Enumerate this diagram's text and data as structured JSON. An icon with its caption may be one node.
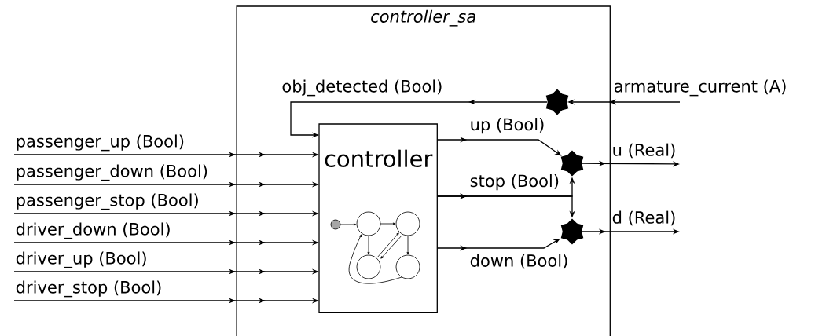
{
  "diagram": {
    "nodes": [
      {
        "text": [
          "controller_sa"
        ]
      },
      {
        "text": [
          "controller"
        ],
        "in": 0
      },
      {
        "text": [],
        "shape": "star",
        "in": 0
      },
      {
        "text": [],
        "shape": "star",
        "in": 0
      },
      {
        "text": [],
        "shape": "star",
        "in": 0
      }
    ],
    "edges": [
      {
        "from": null,
        "to": 1,
        "arrow": "to",
        "label": "passenger_up (Bool)"
      },
      {
        "from": null,
        "to": 1,
        "arrow": "to",
        "label": "passenger_down (Bool)"
      },
      {
        "from": null,
        "to": 1,
        "arrow": "to",
        "label": "passenger_stop (Bool)"
      },
      {
        "from": null,
        "to": 1,
        "arrow": "to",
        "label": "driver_down (Bool)"
      },
      {
        "from": null,
        "to": 1,
        "arrow": "to",
        "label": "driver_up (Bool)"
      },
      {
        "from": null,
        "to": 1,
        "arrow": "to",
        "label": "driver_stop (Bool)"
      },
      {
        "from": null,
        "to": 2,
        "arrow": "to",
        "label": "armature_current (A)"
      },
      {
        "from": 2,
        "to": 1,
        "arrow": "to",
        "label": "obj_detected (Bool)"
      },
      {
        "from": 1,
        "to": 3,
        "arrow": "to",
        "label": "up (Bool)"
      },
      {
        "from": 1,
        "to": 3,
        "arrow": "to",
        "label": "stop (Bool)"
      },
      {
        "from": 1,
        "to": 4,
        "arrow": "to"
      },
      {
        "from": 1,
        "to": 4,
        "arrow": "to",
        "label": "down (Bool)"
      },
      {
        "from": 3,
        "to": null,
        "arrow": "to",
        "label": "u (Real)"
      },
      {
        "from": 4,
        "to": null,
        "arrow": "to",
        "label": "d (Real)"
      }
    ]
  }
}
